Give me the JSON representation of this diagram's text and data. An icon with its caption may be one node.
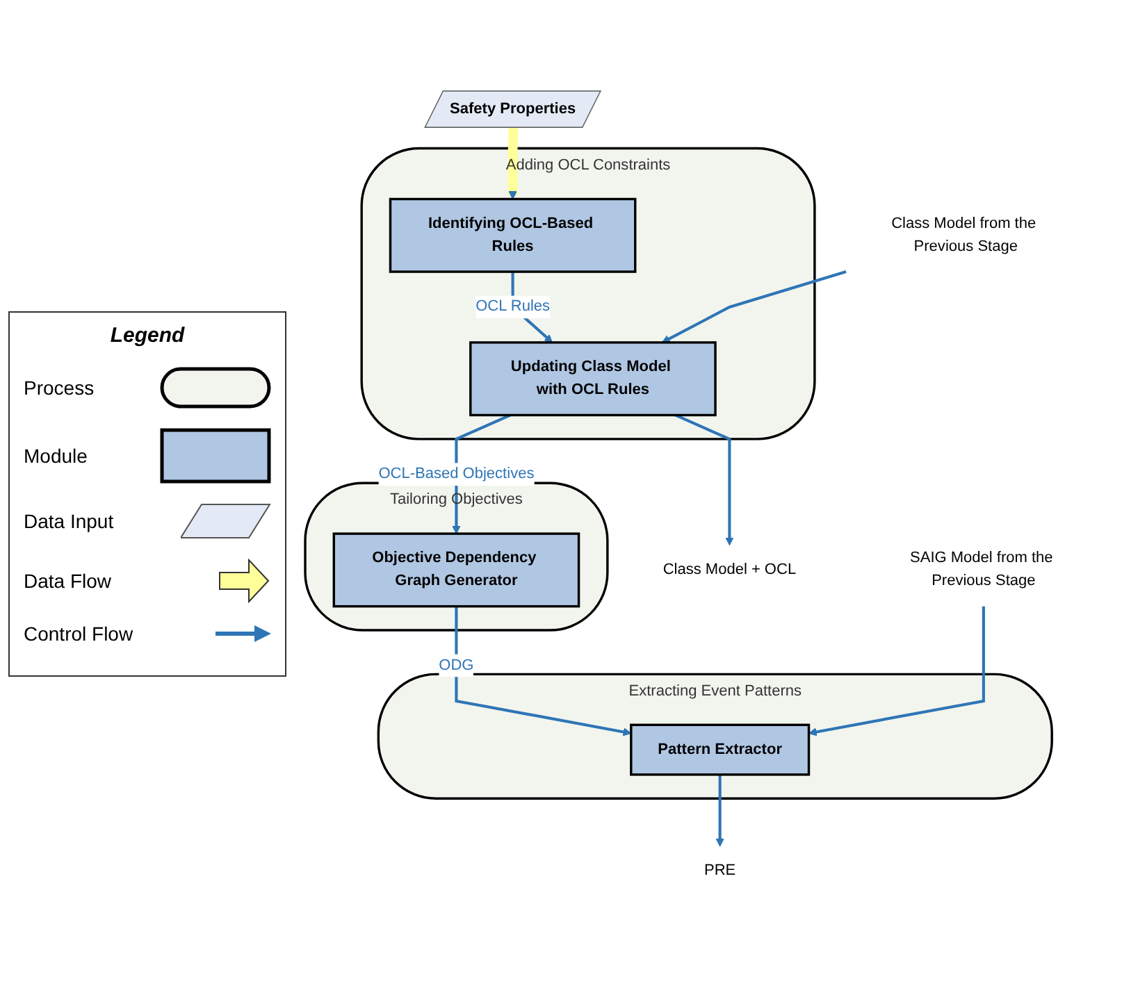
{
  "diagram": {
    "nodes": [
      {
        "text": [
          "Adding OCL Constraints"
        ]
      },
      {
        "text": [
          "Identifying OCL-Based Rules"
        ],
        "in": 0
      },
      {
        "text": [
          "Updating Class Model with OCL Rules"
        ],
        "in": 0
      },
      {
        "text": [
          "Tailoring Objectives"
        ]
      },
      {
        "text": [
          "Objective Dependency Graph Generator"
        ],
        "in": 3
      },
      {
        "text": [
          "Extracting Event Patterns"
        ]
      },
      {
        "text": [
          "Pattern Extractor"
        ],
        "in": 5
      },
      {
        "text": [
          "Safety Properties"
        ]
      },
      {
        "text": [
          "Class Model from the Previous Stage"
        ]
      },
      {
        "text": [
          "Class Model + OCL"
        ]
      },
      {
        "text": [
          "SAIG Model from the Previous Stage"
        ]
      },
      {
        "text": [
          "PRE"
        ]
      }
    ],
    "edges": [
      {
        "from": 7,
        "to": 1,
        "arrow": "to",
        "style": "thick",
        "color": "#ffff99"
      },
      {
        "from": 1,
        "to": 2,
        "arrow": "to",
        "label": "OCL Rules"
      },
      {
        "from": 8,
        "to": 2,
        "arrow": "to"
      },
      {
        "from": 2,
        "to": 9,
        "arrow": "to"
      },
      {
        "from": 2,
        "to": 4,
        "arrow": "to",
        "label": "OCL-Based Objectives"
      },
      {
        "from": 4,
        "to": 6,
        "arrow": "to",
        "label": "ODG"
      },
      {
        "from": 10,
        "to": 6,
        "arrow": "to"
      },
      {
        "from": 6,
        "to": 11,
        "arrow": "to"
      }
    ],
    "labels": [
      "Legend"
    ],
    "legend": [
      {
        "text": "Process"
      },
      {
        "text": "Module"
      },
      {
        "text": "Data Input"
      },
      {
        "text": "Data Flow"
      },
      {
        "text": "Control Flow"
      }
    ]
  }
}
